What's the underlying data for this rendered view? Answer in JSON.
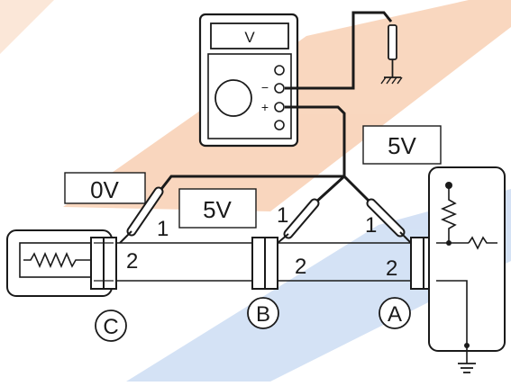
{
  "meter": {
    "display": "V",
    "terminal_minus": "−",
    "terminal_plus": "+"
  },
  "readings": {
    "c_pin1": "0V",
    "b_pin1": "5V",
    "a_pin1": "5V"
  },
  "connectors": {
    "c": {
      "letter": "C",
      "pin_top": "1",
      "pin_bottom": "2"
    },
    "b": {
      "letter": "B",
      "pin_top": "1",
      "pin_bottom": "2"
    },
    "a": {
      "letter": "A",
      "pin_top": "1",
      "pin_bottom": "2"
    }
  },
  "colors": {
    "line": "#1a1a1a",
    "watermark_orange": "#f7c9a9",
    "watermark_blue": "#c6d8f2",
    "panel": "#ffffff"
  }
}
